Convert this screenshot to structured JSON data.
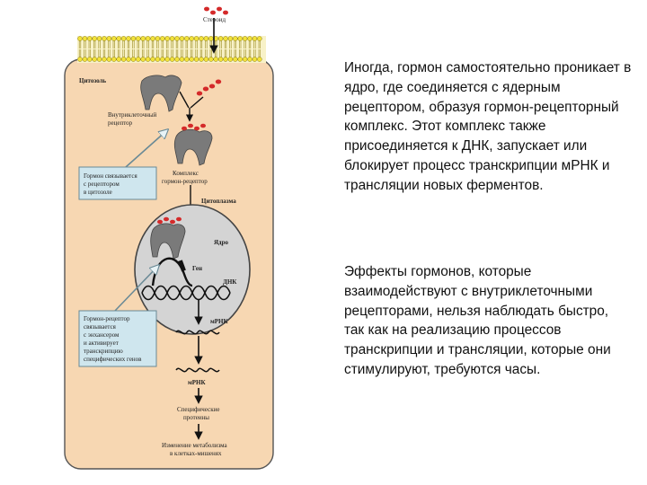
{
  "diagram": {
    "labels": {
      "steroid": "Стероид",
      "cytosol": "Цитозоль",
      "intracellular_receptor": "Внутриклеточный рецептор",
      "complex": "Комплекс гормон-рецептор",
      "cytoplasm": "Цитоплазма",
      "nucleus": "Ядро",
      "gene": "Ген",
      "dna": "ДНК",
      "mrna_nucleus": "мРНК",
      "mrna_cyto": "мРНК",
      "specific_proteins": "Специфические протеины",
      "metabolism_change": "Изменение метаболизма в клетках-мишенях"
    },
    "callouts": {
      "box1": [
        "Гормон связывается",
        "с рецептором",
        "в цитозоле"
      ],
      "box2": [
        "Гормон-рецептор",
        "связывается",
        "с энхансером",
        "и активирует",
        "транскрипцию",
        "специфических генов"
      ]
    },
    "colors": {
      "cell_fill": "#f7d7b2",
      "membrane_yellow": "#f2e23a",
      "nucleus_fill": "#d4d4d4",
      "hormone_red": "#d42a2a",
      "receptor_gray": "#7a7a7a",
      "callout_fill": "#cfe6ee"
    }
  },
  "text": {
    "paragraph1": "Иногда, гормон самостоятельно проникает в ядро, где соединяется с ядерным рецептором, образуя гормон-рецепторный комплекс. Этот комплекс также присоединяется к ДНК, запускает или блокирует процесс транскрипции мРНК и трансляции новых ферментов.",
    "paragraph2": "Эффекты гормонов, которые взаимодействуют с внутриклеточными рецепторами, нельзя наблюдать быстро, так как на реализацию процессов транскрипции и трансляции, которые они стимулируют, требуются часы."
  }
}
